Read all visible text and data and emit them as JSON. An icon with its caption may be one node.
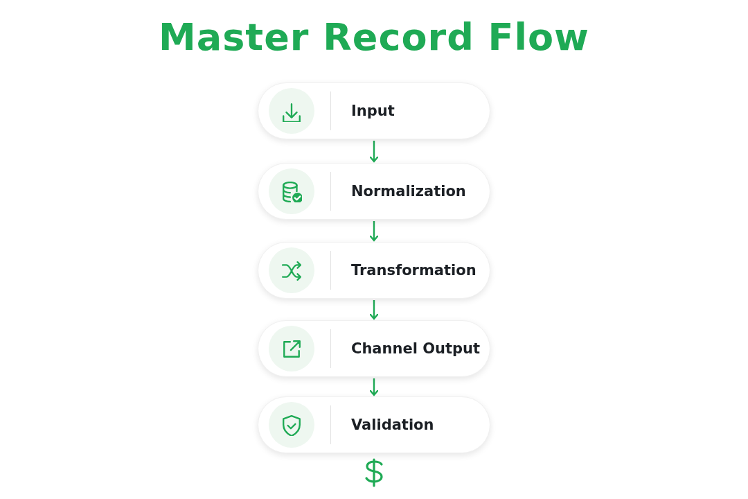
{
  "diagram": {
    "title": "Master Record Flow",
    "nodes": [
      {
        "text": [
          "Input"
        ]
      },
      {
        "text": [
          "Normalization"
        ]
      },
      {
        "text": [
          "Transformation"
        ]
      },
      {
        "text": [
          "Channel Output"
        ]
      },
      {
        "text": [
          "Validation"
        ]
      }
    ],
    "edges": [
      {
        "from": 0,
        "to": 1,
        "arrow": "to"
      },
      {
        "from": 1,
        "to": 2,
        "arrow": "to"
      },
      {
        "from": 2,
        "to": 3,
        "arrow": "to"
      },
      {
        "from": 3,
        "to": 4,
        "arrow": "to"
      }
    ]
  }
}
